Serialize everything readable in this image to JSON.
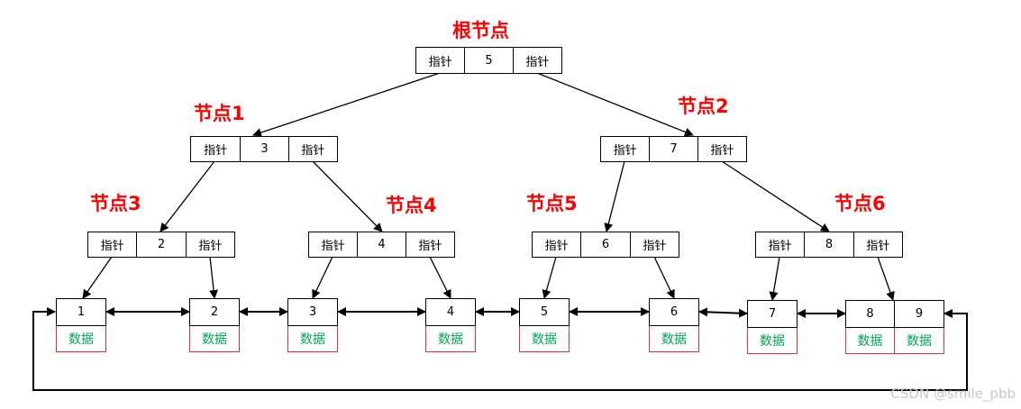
{
  "labels": {
    "root": "根节点",
    "n1": "节点1",
    "n2": "节点2",
    "n3": "节点3",
    "n4": "节点4",
    "n5": "节点5",
    "n6": "节点6"
  },
  "pointer_text": "指针",
  "data_text": "数据",
  "internal": {
    "root": "5",
    "n1": "3",
    "n2": "7",
    "n3": "2",
    "n4": "4",
    "n5": "6",
    "n6": "8"
  },
  "leaves": {
    "l1": [
      "1"
    ],
    "l2": [
      "2"
    ],
    "l3": [
      "3"
    ],
    "l4": [
      "4"
    ],
    "l5": [
      "5"
    ],
    "l6": [
      "6"
    ],
    "l7": [
      "7"
    ],
    "l8": [
      "8",
      "9"
    ]
  },
  "watermark": "CSDN @smile_pbb",
  "colors": {
    "label": "#ff0000",
    "data_text": "#00a651",
    "data_border": "#e53030"
  }
}
